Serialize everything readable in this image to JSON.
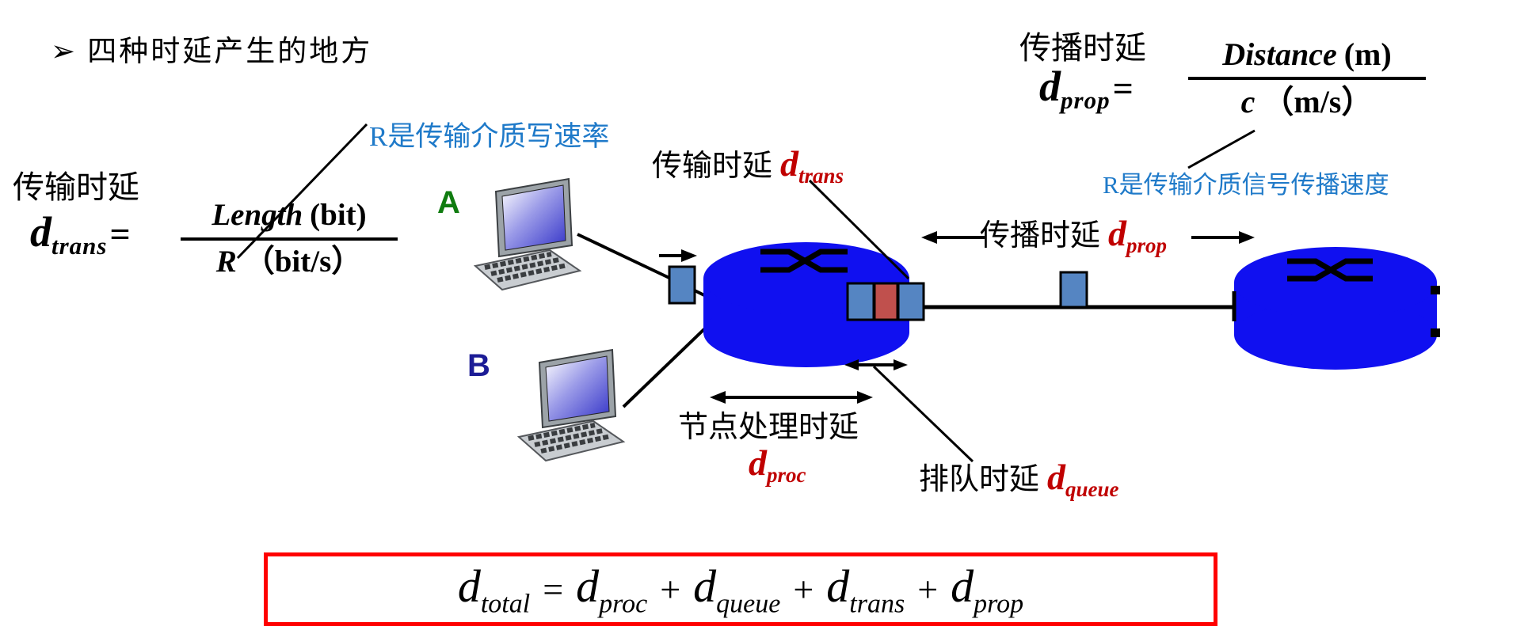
{
  "title": "➢ 四种时延产生的地方",
  "colors": {
    "note_blue": "#1F7AC9",
    "delay_red": "#C00000",
    "router_blue": "#1010F0",
    "packet_blue": "#5585C2",
    "packet_red": "#C0504D",
    "box_border_red": "#FF0000",
    "host_a_green": "#107C10",
    "host_b_navy": "#1C1C96"
  },
  "notes": {
    "left": "R是传输介质写速率",
    "right": "R是传输介质信号传播速度"
  },
  "hosts": {
    "a": "A",
    "b": "B"
  },
  "formula_trans": {
    "label": "传输时延",
    "lhs_base": "d",
    "lhs_sub": "trans",
    "equals": "=",
    "num_var": "Length",
    "num_unit": "(bit)",
    "den_var": "R",
    "den_unit": "（bit/s）"
  },
  "formula_prop": {
    "label": "传播时延",
    "lhs_base": "d",
    "lhs_sub": "prop",
    "equals": "=",
    "num_var": "Distance",
    "num_unit": "(m)",
    "den_var": "c",
    "den_unit": "（m/s）"
  },
  "labels": {
    "trans": {
      "text": "传输时延",
      "base": "d",
      "sub": "trans"
    },
    "prop": {
      "text": "传播时延",
      "base": "d",
      "sub": "prop"
    },
    "proc": {
      "text": "节点处理时延",
      "base": "d",
      "sub": "proc"
    },
    "queue": {
      "text": "排队时延",
      "base": "d",
      "sub": "queue"
    }
  },
  "total_formula": {
    "parts": [
      {
        "base": "d",
        "sub": "total"
      },
      {
        "op": "="
      },
      {
        "base": "d",
        "sub": "proc"
      },
      {
        "op": "+"
      },
      {
        "base": "d",
        "sub": "queue"
      },
      {
        "op": "+"
      },
      {
        "base": "d",
        "sub": "trans"
      },
      {
        "op": "+"
      },
      {
        "base": "d",
        "sub": "prop"
      }
    ]
  }
}
